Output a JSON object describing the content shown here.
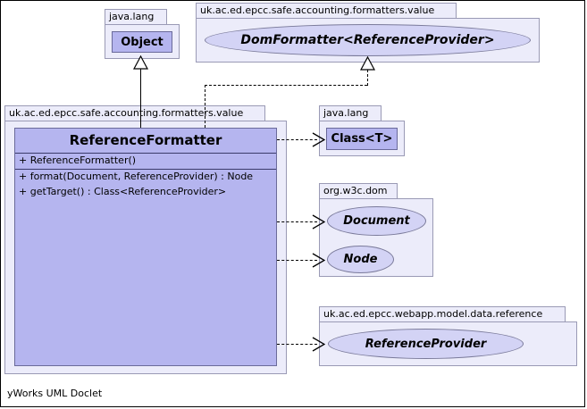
{
  "diagram": {
    "tool_footer": "yWorks UML Doclet",
    "colors": {
      "class_fill": "#b5b5ef",
      "package_fill": "#ececfa",
      "interface_fill": "#d3d3f5",
      "border": "#9a9ab5",
      "line": "#000000"
    }
  },
  "packages": {
    "java_lang_top": {
      "label": "java.lang"
    },
    "dom_formatter_pkg": {
      "label": "uk.ac.ed.epcc.safe.accounting.formatters.value"
    },
    "main_pkg": {
      "label": "uk.ac.ed.epcc.safe.accounting.formatters.value"
    },
    "java_lang_right": {
      "label": "java.lang"
    },
    "w3c_dom_pkg": {
      "label": "org.w3c.dom"
    },
    "reference_pkg": {
      "label": "uk.ac.ed.epcc.webapp.model.data.reference"
    }
  },
  "nodes": {
    "object_class": {
      "name": "Object",
      "kind": "class"
    },
    "dom_formatter": {
      "name": "DomFormatter<ReferenceProvider>",
      "kind": "interface"
    },
    "reference_formatter": {
      "name": "ReferenceFormatter",
      "kind": "class",
      "constructors": [
        "+ ReferenceFormatter()"
      ],
      "methods": [
        "+ format(Document, ReferenceProvider) : Node",
        "+ getTarget() : Class<ReferenceProvider>"
      ]
    },
    "class_t": {
      "name": "Class<T>",
      "kind": "class"
    },
    "document_iface": {
      "name": "Document",
      "kind": "interface"
    },
    "node_iface": {
      "name": "Node",
      "kind": "interface"
    },
    "reference_provider": {
      "name": "ReferenceProvider",
      "kind": "interface"
    }
  },
  "edges": [
    {
      "id": "generalization-object",
      "from": "ReferenceFormatter",
      "to": "Object",
      "type": "generalization"
    },
    {
      "id": "realization-domformatter",
      "from": "ReferenceFormatter",
      "to": "DomFormatter<ReferenceProvider>",
      "type": "realization"
    },
    {
      "id": "dependency-class-t",
      "from": "ReferenceFormatter",
      "to": "Class<T>",
      "type": "dependency"
    },
    {
      "id": "dependency-document",
      "from": "ReferenceFormatter",
      "to": "Document",
      "type": "dependency"
    },
    {
      "id": "dependency-node",
      "from": "ReferenceFormatter",
      "to": "Node",
      "type": "dependency"
    },
    {
      "id": "dependency-reference-provider",
      "from": "ReferenceFormatter",
      "to": "ReferenceProvider",
      "type": "dependency"
    }
  ]
}
